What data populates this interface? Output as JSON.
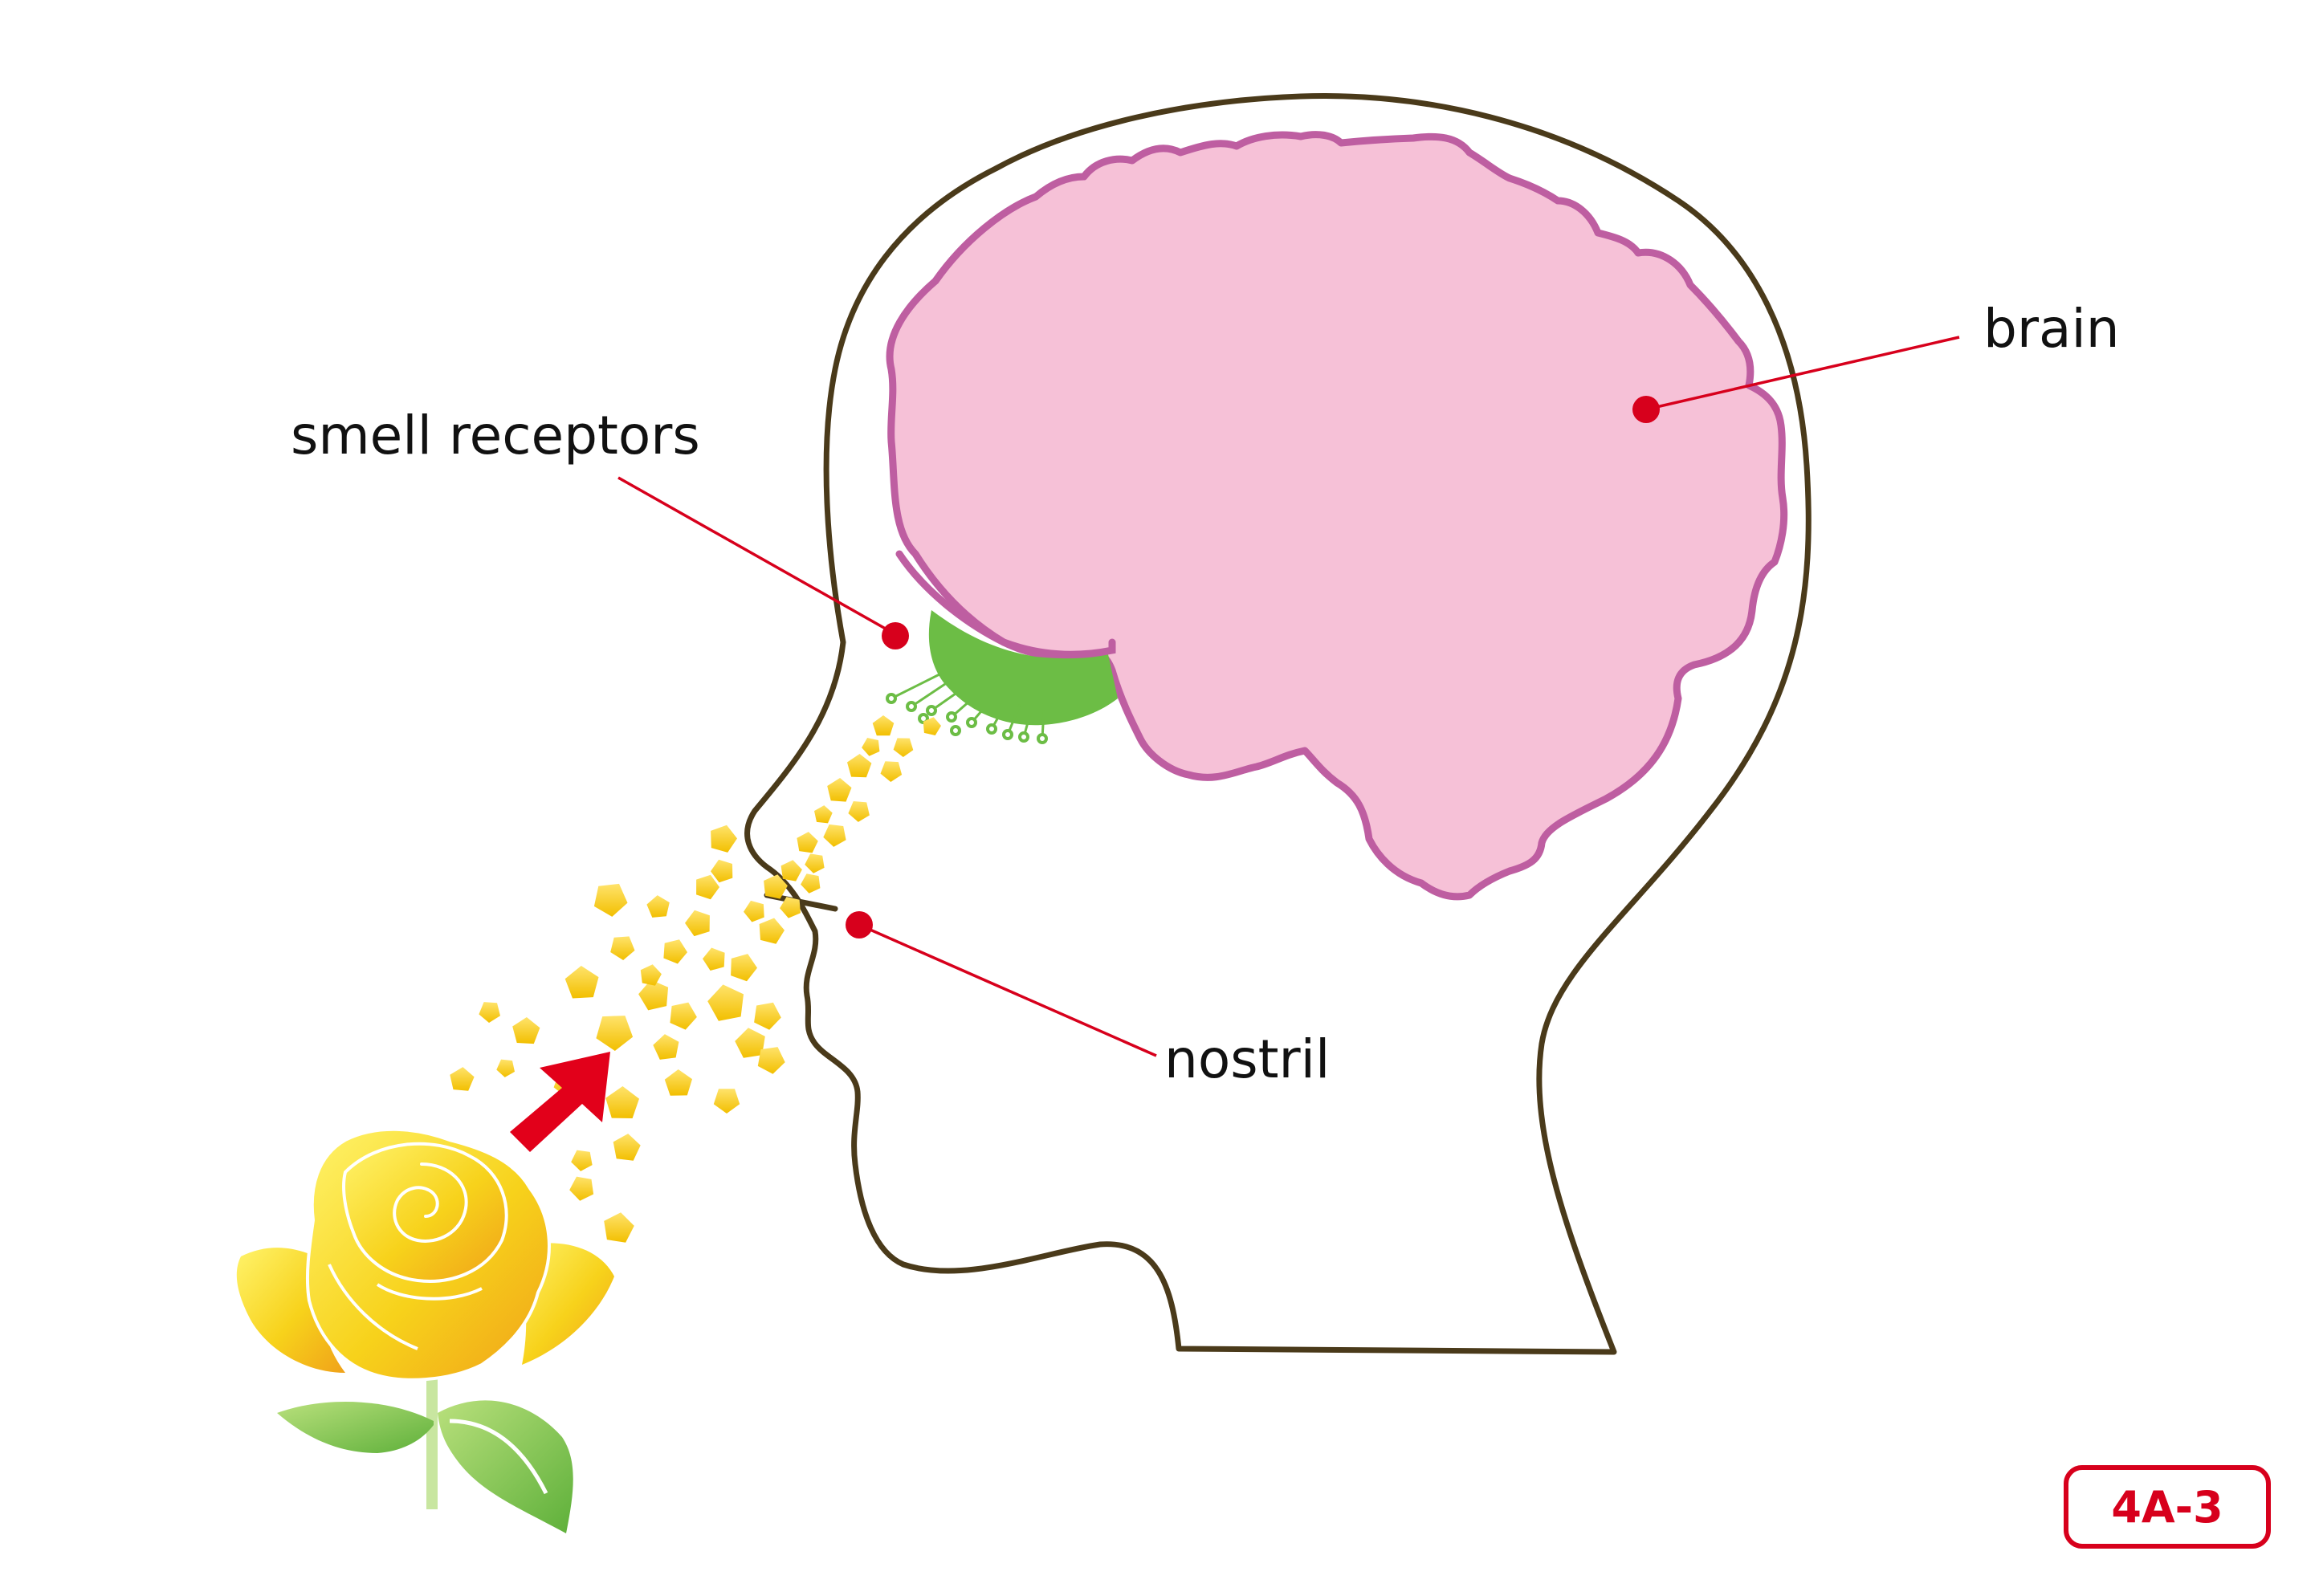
{
  "labels": {
    "brain": "brain",
    "smell_receptors": "smell receptors",
    "nostril": "nostril"
  },
  "badge": "4A-3",
  "colors": {
    "outline": "#4a3a1a",
    "brain_fill": "#f6c1d7",
    "brain_stroke": "#be5ea1",
    "bulb": "#6cbd45",
    "leader": "#d7001c",
    "arrow": "#e2001a",
    "odor": "#f2c200",
    "rose": "#f6d21a",
    "leaf": "#7cc142"
  },
  "icons": [
    "rose-flower-icon",
    "odor-particles",
    "inhale-arrow-icon"
  ]
}
